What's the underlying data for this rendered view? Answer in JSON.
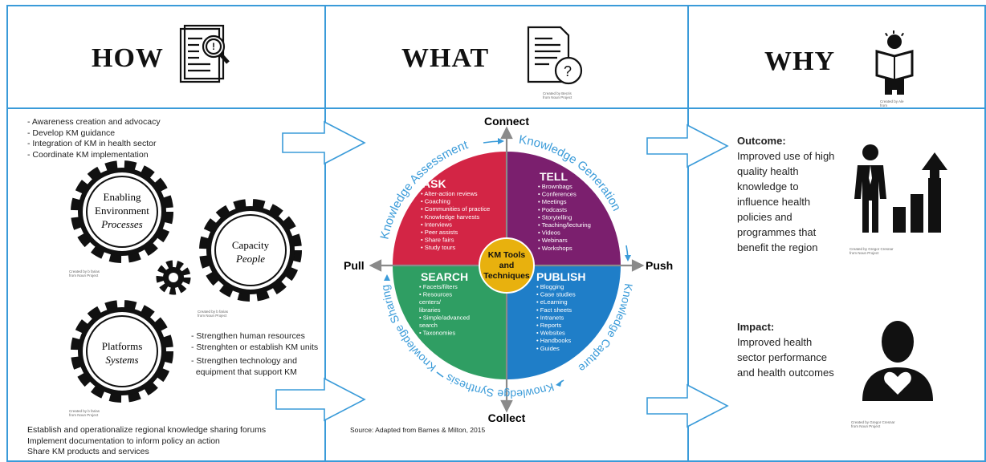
{
  "headers": {
    "how": "HOW",
    "what": "WHAT",
    "why": "WHY"
  },
  "how": {
    "top_list": [
      "- Awareness creation and advocacy",
      "- Develop KM guidance",
      "- Integration of KM in health sector",
      "- Coordinate KM implementation"
    ],
    "gears": {
      "enabling_title": "Enabling Environment",
      "enabling_sub": "Processes",
      "capacity_title": "Capacity",
      "capacity_sub": "People",
      "platforms_title": "Platforms",
      "platforms_sub": "Systems"
    },
    "right_list": [
      "- Strengthen human resources",
      "- Strenghten or establish KM units",
      "- Strengthen technology and",
      "  equipment that support KM"
    ],
    "bottom_list": [
      "Establish and operationalize regional knowledge sharing forums",
      "Implement documentation to inform policy an action",
      "Share KM products and services"
    ],
    "credits": {
      "book": "Created by b farias\nfrom Noun Project",
      "capacity": "Created by b farias\nfrom Noun Project",
      "platforms": "Created by b farias\nfrom Noun Project"
    }
  },
  "what": {
    "credit": "Created by Becris\nfrom Noun Project",
    "axes": {
      "top": "Connect",
      "bottom": "Collect",
      "left": "Pull",
      "right": "Push"
    },
    "arcs": {
      "top_left": "Knowledge Assessment",
      "top_right": "Knowledge Generation",
      "bottom_right": "Knowledge Capture",
      "bottom_mid": "Knowledge Synthesis",
      "left": "Knowledge Sharing"
    },
    "center": [
      "KM Tools",
      "and",
      "Techniques"
    ],
    "quadrants": {
      "ask": {
        "title": "ASK",
        "items": [
          "Alter-action reviews",
          "Coaching",
          "Communities of practice",
          "Knowledge harvests",
          "Interviews",
          "Peer assists",
          "Share fairs",
          "Study tours"
        ],
        "color": "#d32545"
      },
      "tell": {
        "title": "TELL",
        "items": [
          "Brownbags",
          "Conferences",
          "Meetings",
          "Podcasts",
          "Storytelling",
          "Teaching/lecturing",
          "Videos",
          "Webinars",
          "Workshops"
        ],
        "color": "#7b1f6e"
      },
      "search": {
        "title": "SEARCH",
        "items": [
          "Facets/filters",
          "Resources",
          "centers/",
          "libraries",
          "Simple/advanced",
          "search",
          "Taxonomies"
        ],
        "color": "#2f9e63"
      },
      "publish": {
        "title": "PUBLISH",
        "items": [
          "Blogging",
          "Case studies",
          "eLearning",
          "Fact sheets",
          "Intranets",
          "Reports",
          "Websites",
          "Handbooks",
          "Guides"
        ],
        "color": "#1f7ec8"
      }
    },
    "center_color": "#e8b10e",
    "source": "Source: Adapted from Barnes & Milton, 2015"
  },
  "why": {
    "credit_top": "Created by Ale\nfrom",
    "outcome_head": "Outcome:",
    "outcome_lines": [
      "Improved use of high",
      "quality health",
      "knowledge to",
      "influence health",
      "policies and",
      "programmes that",
      "benefit the region"
    ],
    "outcome_credit": "Created by Gregor Cresnar\nfrom Noun Project",
    "impact_head": "Impact:",
    "impact_lines": [
      "Improved health",
      "sector performance",
      "and health outcomes"
    ],
    "impact_credit": "Created by Gregor Cresnar\nfrom Noun Project"
  },
  "colors": {
    "border": "#3a9bd9",
    "arc": "#3a9bd9",
    "axis": "#8a8a8a"
  }
}
